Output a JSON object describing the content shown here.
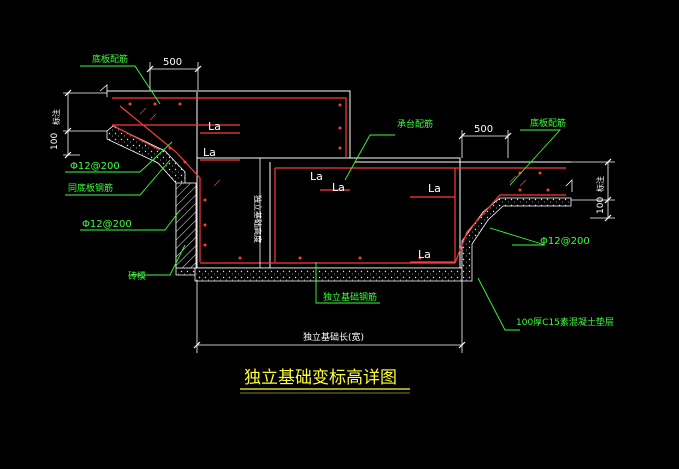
{
  "title": "独立基础变标高详图",
  "dimensions": {
    "top_left_500": "500",
    "top_right_500": "500",
    "left_100": "100",
    "right_100": "100",
    "left_elevation": "标注",
    "right_elevation": "标注",
    "bottom_length": "独立基础长(宽)",
    "vertical_height": "独立基础高度"
  },
  "labels": {
    "bottom_slab_rebar_left": "底板配筋",
    "bottom_slab_rebar_right": "底板配筋",
    "cap_rebar": "承台配筋",
    "rebar_phi12_left_a": "Φ12@200",
    "rebar_phi12_left_b": "Φ12@200",
    "rebar_phi12_right": "Φ12@200",
    "same_slab_rebar": "同底板钢筋",
    "brick_mold": "砖模",
    "foundation_rebar": "独立基础钢筋",
    "cushion": "100厚C15素混凝土垫层"
  },
  "la": [
    "La",
    "La",
    "La",
    "La",
    "La",
    "La"
  ],
  "colors": {
    "background": "#000000",
    "outline": "#ffffff",
    "rebar": "#ff3b3b",
    "leader": "#39ff39",
    "text_green": "#39ff39",
    "text_yellow": "#ffff33",
    "hatch": "#ffffff"
  }
}
